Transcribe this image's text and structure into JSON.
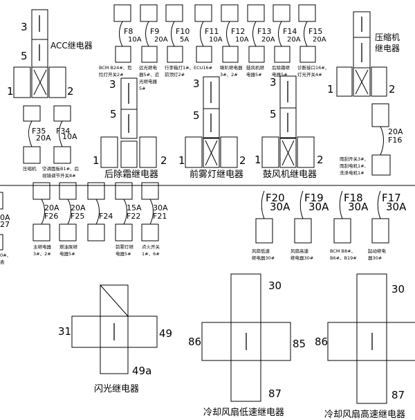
{
  "relays": {
    "acc": "ACC继电器",
    "compressor": [
      "压缩机",
      "继电器"
    ],
    "rear_defrost": "后除霜继电器",
    "front_fog": "前雾灯继电器",
    "blower": "鼓风机继电器",
    "flash": "闪光继电器",
    "fan_low": "冷却风扇低速继电器",
    "fan_high": "冷却风扇高速继电器"
  },
  "pins": {
    "p1": "1",
    "p2": "2",
    "p3": "3",
    "p5": "5",
    "p30": "30",
    "p31": "31",
    "p49": "49",
    "p49a": "49a",
    "p85": "85",
    "p86": "86",
    "p87": "87"
  },
  "fuses_top": [
    {
      "id": "F8",
      "rating": "10A"
    },
    {
      "id": "F9",
      "rating": "20A"
    },
    {
      "id": "F10",
      "rating": "5A"
    },
    {
      "id": "F11",
      "rating": "10A"
    },
    {
      "id": "F12",
      "rating": "10A"
    },
    {
      "id": "F13",
      "rating": "20A"
    },
    {
      "id": "F14",
      "rating": "20A"
    },
    {
      "id": "F15",
      "rating": "20A"
    }
  ],
  "fuses_top_labels": [
    [
      "BCM B24#、危",
      "险灯开关2#"
    ],
    [
      "远光继电",
      "器5#、近",
      "光继电器",
      "5#"
    ],
    [
      "行李箱灯1#、",
      "前顶灯2#"
    ],
    [
      "ECU16#"
    ],
    [
      "喇叭继电器",
      "3#、2#"
    ],
    [
      "鼓风机继",
      "电器5#"
    ],
    [
      "后除霜继",
      "电器5#"
    ],
    [
      "诊断接口16#、",
      "灯光开关4#"
    ]
  ],
  "fuse_f35": {
    "id": "F35",
    "rating": "20A",
    "label": [
      "压缩机"
    ]
  },
  "fuse_f34": {
    "id": "F34",
    "rating": "10A",
    "label": [
      "空调面板B1#、后",
      "视镜调节开关8#"
    ]
  },
  "fuse_f16": {
    "id": "F16",
    "rating": "20A",
    "label": [
      "雨刮开关3#、",
      "雨刮电机1#、",
      "洗涤电机1#"
    ]
  },
  "fuses_mid_left": [
    {
      "id": "F26",
      "rating": "20A",
      "label": [
        "主继电器",
        "3#、2#"
      ]
    },
    {
      "id": "F25",
      "rating": "20A",
      "label": [
        "燃油泵继",
        "电器5#"
      ]
    },
    {
      "id": "F24",
      "rating": "",
      "label": []
    },
    {
      "id": "F22",
      "rating": "15A",
      "label": [
        "前雾灯继",
        "电器5#"
      ]
    },
    {
      "id": "F21",
      "rating": "30A",
      "label": [
        "点火开关",
        "1#、6#"
      ]
    }
  ],
  "fuses_mid_right": [
    {
      "id": "F20",
      "rating": "30A",
      "label": [
        "风扇低速",
        "继电器30#"
      ]
    },
    {
      "id": "F19",
      "rating": "30A",
      "label": [
        "风扇高速",
        "继电器30#"
      ]
    },
    {
      "id": "F18",
      "rating": "30A",
      "label": [
        "BCM B8#、",
        "B6#、B19#"
      ]
    },
    {
      "id": "F17",
      "rating": "30A",
      "label": [
        "起动继电",
        "器30#"
      ]
    }
  ],
  "edge_fragments": {
    "a": "0A",
    "b": "27",
    "c": "0#、",
    "d": "表"
  }
}
